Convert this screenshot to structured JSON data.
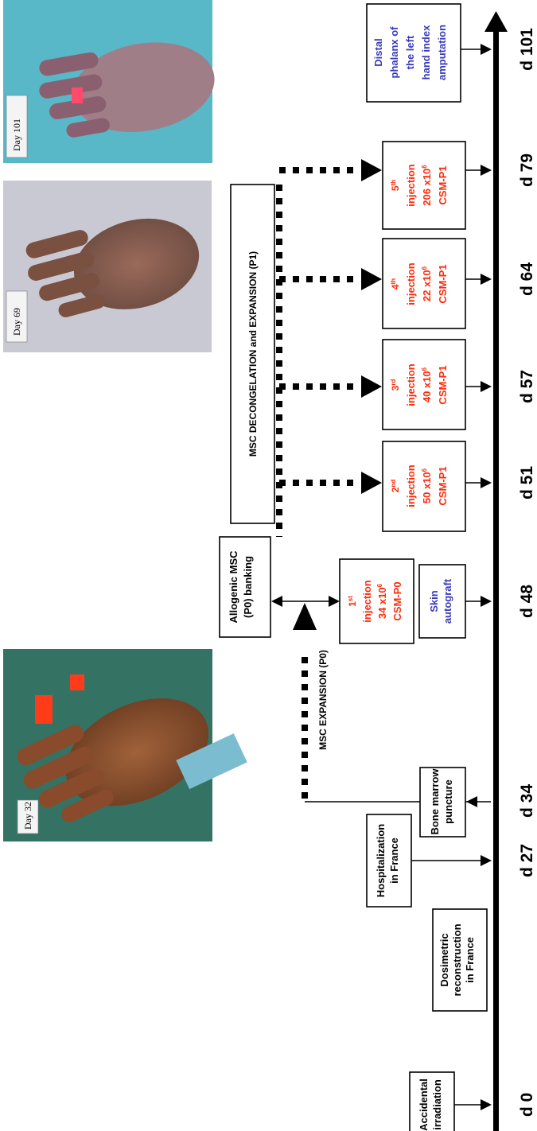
{
  "days": [
    "d 0",
    "d 27",
    "d 34",
    "d 48",
    "d 51",
    "d 57",
    "d 64",
    "d 79",
    "d 101"
  ],
  "photos": {
    "day32": "Day 32",
    "day69": "Day 69",
    "day101": "Day 101"
  },
  "events": {
    "accidental_line1": "Accidental",
    "accidental_line2": "irradiation",
    "dosimetric_line1": "Dosimetric",
    "dosimetric_line2": "reconstruction",
    "dosimetric_line3": "in France",
    "hospital_line1": "Hospitalization",
    "hospital_line2": "in France",
    "bone_line1": "Bone marrow",
    "bone_line2": "puncture",
    "msc_expansion": "MSC EXPANSION (P0)",
    "allogenic_line1": "Allogenic MSC",
    "allogenic_line2": "(P0) banking",
    "skin_line1": "Skin",
    "skin_line2": "autograft",
    "decongelation": "MSC DECONGELATION and EXPANSION (P1)",
    "amputation_line1": "Distal",
    "amputation_line2": "phalanx of",
    "amputation_line3": "the left",
    "amputation_line4": "hand index",
    "amputation_line5": "amputation"
  },
  "injections": [
    {
      "num": "1",
      "sup": "st",
      "word": "injection",
      "dose": "34 x10",
      "exp": "6",
      "type": "CSM-P0"
    },
    {
      "num": "2",
      "sup": "nd",
      "word": "injection",
      "dose": "50 x10",
      "exp": "6",
      "type": "CSM-P1"
    },
    {
      "num": "3",
      "sup": "rd",
      "word": "injection",
      "dose": "40 x10",
      "exp": "6",
      "type": "CSM-P1"
    },
    {
      "num": "4",
      "sup": "th",
      "word": "injection",
      "dose": "22 x10",
      "exp": "6",
      "type": "CSM-P1"
    },
    {
      "num": "5",
      "sup": "th",
      "word": "injection",
      "dose": "206 x10",
      "exp": "6",
      "type": "CSM-P1"
    }
  ],
  "colors": {
    "red": "#ff2a0a",
    "blue": "#3a3ab8",
    "black": "#000000"
  }
}
